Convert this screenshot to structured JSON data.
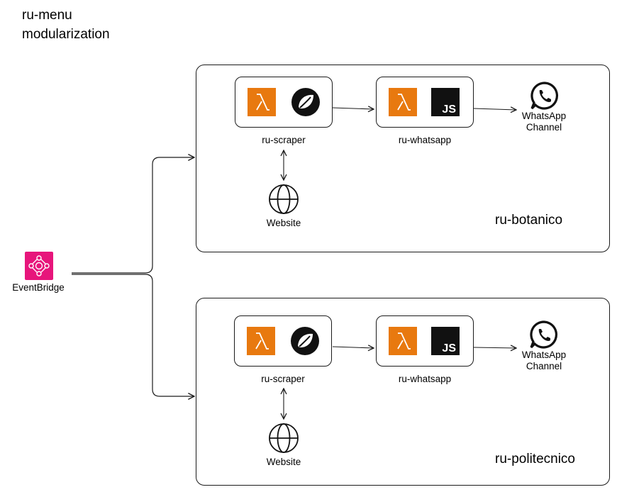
{
  "title": {
    "line1": "ru-menu",
    "line2": "modularization"
  },
  "eventbridge": {
    "label": "EventBridge",
    "icon": "eventbridge-icon",
    "color": "#e7157b"
  },
  "environments": [
    {
      "name": "ru-botanico",
      "scraper": {
        "label": "ru-scraper",
        "icons": [
          "aws-lambda-icon",
          "spring-icon"
        ]
      },
      "whatsapp": {
        "label": "ru-whatsapp",
        "icons": [
          "aws-lambda-icon",
          "javascript-icon"
        ]
      },
      "website": {
        "label": "Website",
        "icon": "globe-icon"
      },
      "channel": {
        "line1": "WhatsApp",
        "line2": "Channel",
        "icon": "whatsapp-icon"
      }
    },
    {
      "name": "ru-politecnico",
      "scraper": {
        "label": "ru-scraper",
        "icons": [
          "aws-lambda-icon",
          "spring-icon"
        ]
      },
      "whatsapp": {
        "label": "ru-whatsapp",
        "icons": [
          "aws-lambda-icon",
          "javascript-icon"
        ]
      },
      "website": {
        "label": "Website",
        "icon": "globe-icon"
      },
      "channel": {
        "line1": "WhatsApp",
        "line2": "Channel",
        "icon": "whatsapp-icon"
      }
    }
  ],
  "colors": {
    "lambda": "#e8790f",
    "js_bg": "#111111",
    "js_text": "#ffffff",
    "stroke": "#1b1b1b"
  }
}
